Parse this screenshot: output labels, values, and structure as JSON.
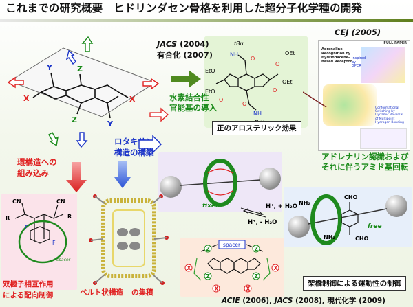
{
  "title": "これまでの研究概要　ヒドリンダセン骨格を利用した超分子化学種の開発",
  "center_molecule": {
    "labels": [
      "Y",
      "Y",
      "Z",
      "Z",
      "X",
      "X"
    ]
  },
  "refs_top": {
    "line1_journal": "JACS",
    "line1_year": " (2004)",
    "line2": "有合化 (2007)"
  },
  "top_struct": {
    "labels": [
      "tBu",
      "NH",
      "O",
      "OEt",
      "O",
      "EtO",
      "EtO",
      "O",
      "O",
      "OEt",
      "O",
      "NH",
      "tBu"
    ]
  },
  "h_bond": {
    "line1": "水素結合性",
    "line2": "官能基の導入"
  },
  "allosteric_box": "正のアロステリック効果",
  "cej": {
    "label": "CEJ (2005)",
    "paper_header": "FULL PAPER",
    "paper_title": "Adrenaline Recognition by Hydrindacene-Based Receptor",
    "note1": "Inspired by GPCR",
    "note2": "Conformational Switching by Dynamic Reversal of Multipoint Hydrogen Bonding"
  },
  "adrenaline": {
    "line1": "アドレナリン認識および",
    "line2": "それに伴うアミド基回転"
  },
  "ring": {
    "line1": "環構造への",
    "line2": "組み込み"
  },
  "rotaxane": {
    "line1": "ロタキサン",
    "line2": "構造の構築"
  },
  "fixed_label": "fixed",
  "free_label": "free",
  "reaction": {
    "forward": "H⁺, + H₂O",
    "backward": "H⁺, - H₂O"
  },
  "free_struct": {
    "labels": [
      "NH₂",
      "CHO",
      "NH₂",
      "CHO"
    ]
  },
  "bottom_left_struct": {
    "labels": [
      "CN",
      "CN",
      "R",
      "R",
      "F",
      "F",
      "spacer"
    ]
  },
  "bipolar": {
    "line1": "双極子相互作用",
    "line2": "による配向制御"
  },
  "belt": {
    "text": "ベルト状構造",
    "suffix": "の集積"
  },
  "spacer_struct": {
    "spacer": "spacer",
    "z_labels": [
      "Z",
      "Z",
      "Z",
      "Z"
    ],
    "x_labels": [
      "X",
      "X",
      "X",
      "X"
    ]
  },
  "bridge_box": "架橋制御による運動性の制御",
  "refs_bottom": {
    "acie": "ACIE",
    "acie_year": " (2006), ",
    "jacs": "JACS",
    "jacs_year": " (2008), ",
    "gendai": "現代化学 (2009)"
  },
  "colors": {
    "accent_green": "#5e7e1c",
    "red": "#e02020",
    "blue": "#1a33c8",
    "green": "#1a8a1a"
  }
}
